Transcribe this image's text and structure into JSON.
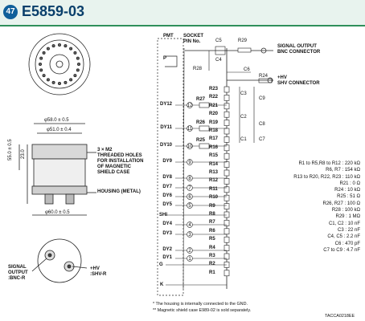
{
  "header": {
    "badge": "47",
    "title": "E5859-03",
    "accent_color": "#2f8f5a",
    "title_color": "#0a3f6b"
  },
  "left": {
    "dims": {
      "d_top": "φ58.0 ± 0.5",
      "d_mid": "φ51.0 ± 0.4",
      "h_total": "55.0 ± 0.5",
      "h_part": "23.0",
      "d_bottom": "φ60.0 ± 0.5"
    },
    "holes_note": [
      "3 × M2",
      "THREADED HOLES",
      "FOR INSTALLATION",
      "OF MAGNETIC",
      "SHIELD CASE"
    ],
    "housing_label": "HOUSING (METAL)",
    "signal_output": [
      "SIGNAL",
      "OUTPUT",
      ":BNC-R"
    ],
    "hv": [
      "+HV",
      ":SHV-R"
    ]
  },
  "schematic": {
    "pmt": "PMT",
    "socket": [
      "SOCKET",
      "PIN No."
    ],
    "p": "P",
    "k": "K",
    "g": "G",
    "shi": "SHI",
    "signal_connector": [
      "SIGNAL OUTPUT",
      "BNC CONNECTOR"
    ],
    "hv_connector": [
      "+HV",
      "SHV CONNECTOR"
    ],
    "dynodes": [
      {
        "label": "DY12",
        "pin": "12"
      },
      {
        "label": "DY11",
        "pin": "11"
      },
      {
        "label": "DY10",
        "pin": "10"
      },
      {
        "label": "DY9",
        "pin": "9"
      },
      {
        "label": "DY8",
        "pin": "8"
      },
      {
        "label": "DY7",
        "pin": "7"
      },
      {
        "label": "DY6",
        "pin": "6"
      },
      {
        "label": "DY5",
        "pin": "5"
      },
      {
        "label": "DY4",
        "pin": "4"
      },
      {
        "label": "DY3",
        "pin": "3"
      },
      {
        "label": "DY2",
        "pin": "2"
      },
      {
        "label": "DY1",
        "pin": "1"
      }
    ],
    "resistors": [
      "R23",
      "R22",
      "R21",
      "R20",
      "R19",
      "R18",
      "R17",
      "R16",
      "R15",
      "R14",
      "R13",
      "R12",
      "R11",
      "R10",
      "R9",
      "R8",
      "R7",
      "R6",
      "R5",
      "R4",
      "R3",
      "R2",
      "R1"
    ],
    "series_r": [
      "R27",
      "R26",
      "R25"
    ],
    "parts": {
      "c5": "C5",
      "r29": "R29",
      "c4": "C4",
      "r28": "R28",
      "c6": "C6",
      "r24": "R24",
      "c3": "C3",
      "c9": "C9",
      "c2": "C2",
      "c8": "C8",
      "c1": "C1",
      "c7": "C7"
    }
  },
  "component_values": [
    "R1 to R5,R8 to R12 : 220 kΩ",
    "R6, R7 : 154 kΩ",
    "R13 to R20, R22, R23 : 110 kΩ",
    "R21 : 0 Ω",
    "R24 : 10 kΩ",
    "R25 : 51 Ω",
    "R26, R27 : 100 Ω",
    "R28 : 100 kΩ",
    "R29 : 1 MΩ",
    "C1, C2 : 10 nF",
    "C3 : 22 nF",
    "C4, C5 : 2.2 nF",
    "C6 : 470 pF",
    "C7 to C9 : 4.7 nF"
  ],
  "notes": [
    "*  The housing is internally connected to the GND.",
    "**  Magnetic shield case E989-02 is sold separately."
  ],
  "code": "TACCA0218EE"
}
